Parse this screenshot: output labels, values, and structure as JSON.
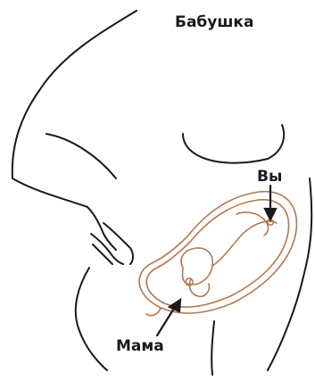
{
  "labels": {
    "grandma": "Бабушка",
    "you": "Вы",
    "mom": "Мама"
  },
  "colors": {
    "outline": "#1a1a1a",
    "uterus": "#b5774e",
    "background": "#ffffff"
  }
}
